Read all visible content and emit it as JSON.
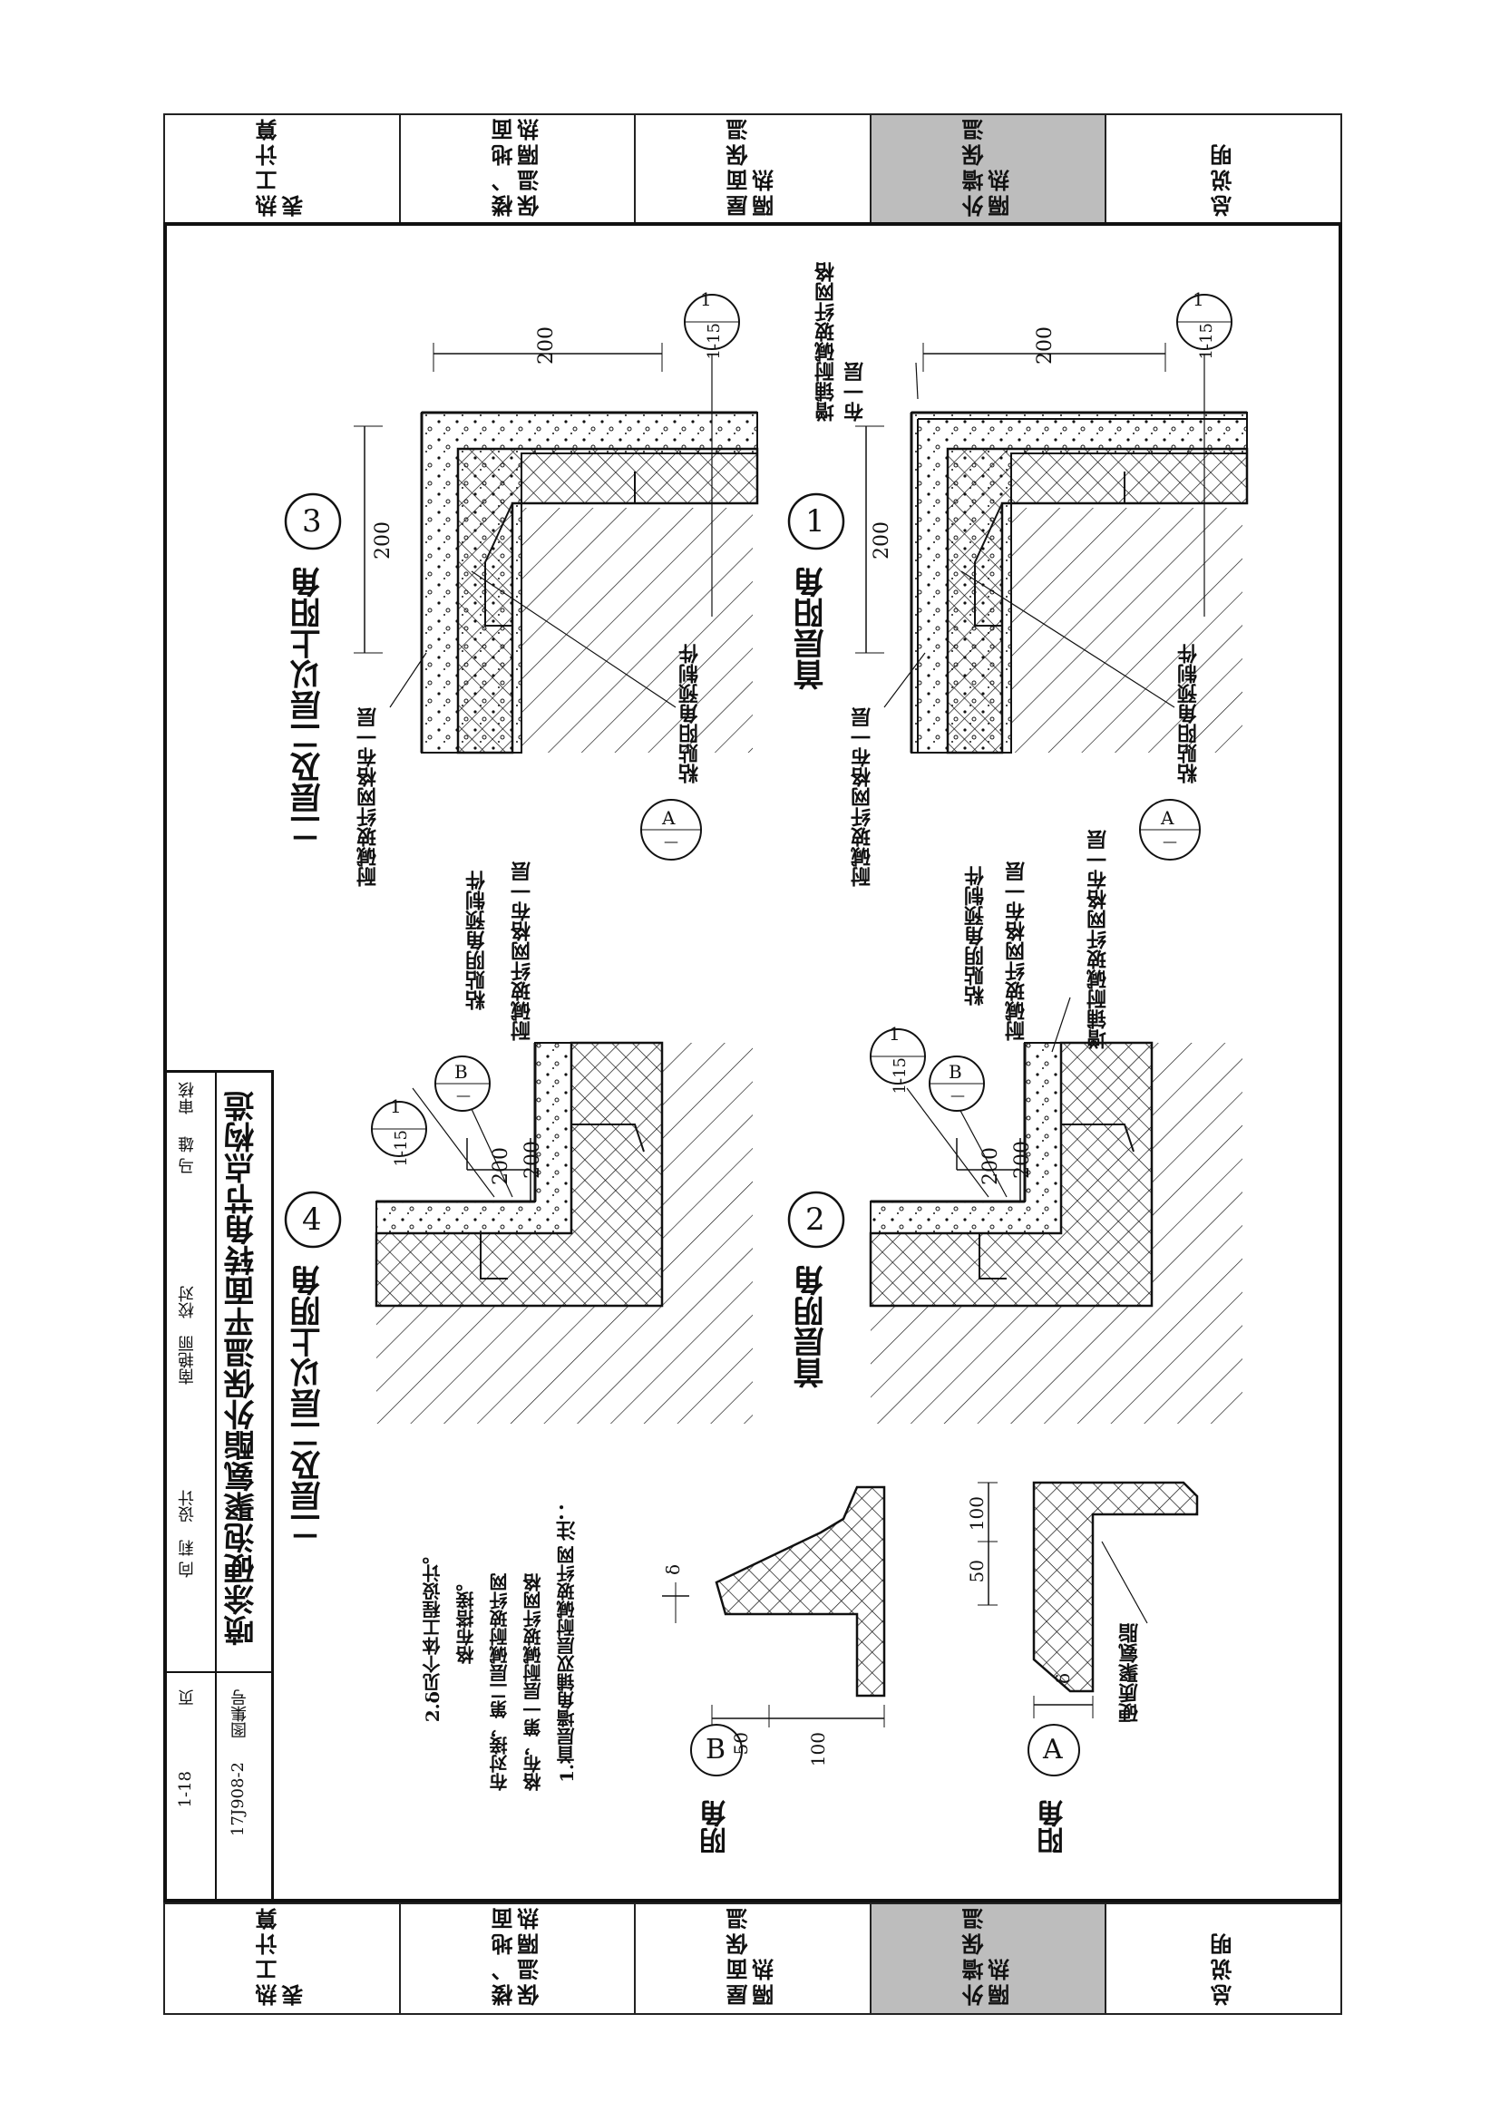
{
  "tabs": [
    {
      "label": "总说明",
      "active": false
    },
    {
      "label": "外墙保温隔热",
      "active": true
    },
    {
      "label": "屋面保温隔热",
      "active": false
    },
    {
      "label": "楼、地面保温隔热",
      "active": false
    },
    {
      "label": "热工计算表",
      "active": false
    }
  ],
  "details": {
    "d1": {
      "num": "1",
      "title": "首层阳角",
      "dim_h": "200",
      "dim_v": "200",
      "ref_top": "1",
      "ref_bot": "1-15",
      "note_mesh_extra": "增铺耐碱玻纤网格布一层",
      "note_precast": "粘贴阳角预制件",
      "note_mesh": "耐碱玻纤网格布一层",
      "callout_top": "A",
      "callout_bot": "—"
    },
    "d2": {
      "num": "2",
      "title": "首层阴角",
      "dim_h": "200",
      "dim_v": "200",
      "ref_top": "1",
      "ref_bot": "1-15",
      "note_mesh_extra": "增铺耐碱玻纤网格布一层",
      "note_mesh": "耐碱玻纤网格布一层",
      "note_precast": "粘贴阴角预制件",
      "callout_top": "B",
      "callout_bot": "—"
    },
    "d3": {
      "num": "3",
      "title": "二层及二层以上阳角",
      "dim_h": "200",
      "dim_v": "200",
      "ref_top": "1",
      "ref_bot": "1-15",
      "note_precast": "粘贴阳角预制件",
      "note_mesh": "耐碱玻纤网格布一层",
      "callout_top": "A",
      "callout_bot": "—"
    },
    "d4": {
      "num": "4",
      "title": "二层及二层以上阴角",
      "dim_h": "200",
      "dim_v": "200",
      "ref_top": "1",
      "ref_bot": "1-15",
      "note_mesh": "耐碱玻纤网格布一层",
      "note_precast": "粘贴阴角预制件",
      "callout_top": "B",
      "callout_bot": "—"
    }
  },
  "parts": {
    "a": {
      "letter": "A",
      "title": "阳角",
      "material": "硬质聚氨脂",
      "dim_100": "100",
      "dim_50": "50",
      "dim_delta": "δ"
    },
    "b": {
      "letter": "B",
      "title": "阴角",
      "dim_50": "50",
      "dim_100": "100",
      "dim_delta": "δ"
    }
  },
  "notes": {
    "heading": "注：",
    "line1": "1.首层墙角铺双层耐碱玻纤网",
    "line2": "格布，第一层耐碱玻纤网格",
    "line3": "布对接，第二层碱耐玻纤网",
    "line4": "格布搭接。",
    "line5": "2.δ见个体工程设计。"
  },
  "title_block": {
    "title": "喷涂硬泡聚氨酯外保温平面转角节点构造",
    "row_audit_label": "审核",
    "row_audit_name": "马 雄",
    "row_check_label": "校对",
    "row_check_name": "南艳丽",
    "row_design_label": "设计",
    "row_design_name": "向 莉",
    "atlas_label": "图集号",
    "atlas_value": "17J908-2",
    "page_label": "页",
    "page_value": "1-18"
  }
}
